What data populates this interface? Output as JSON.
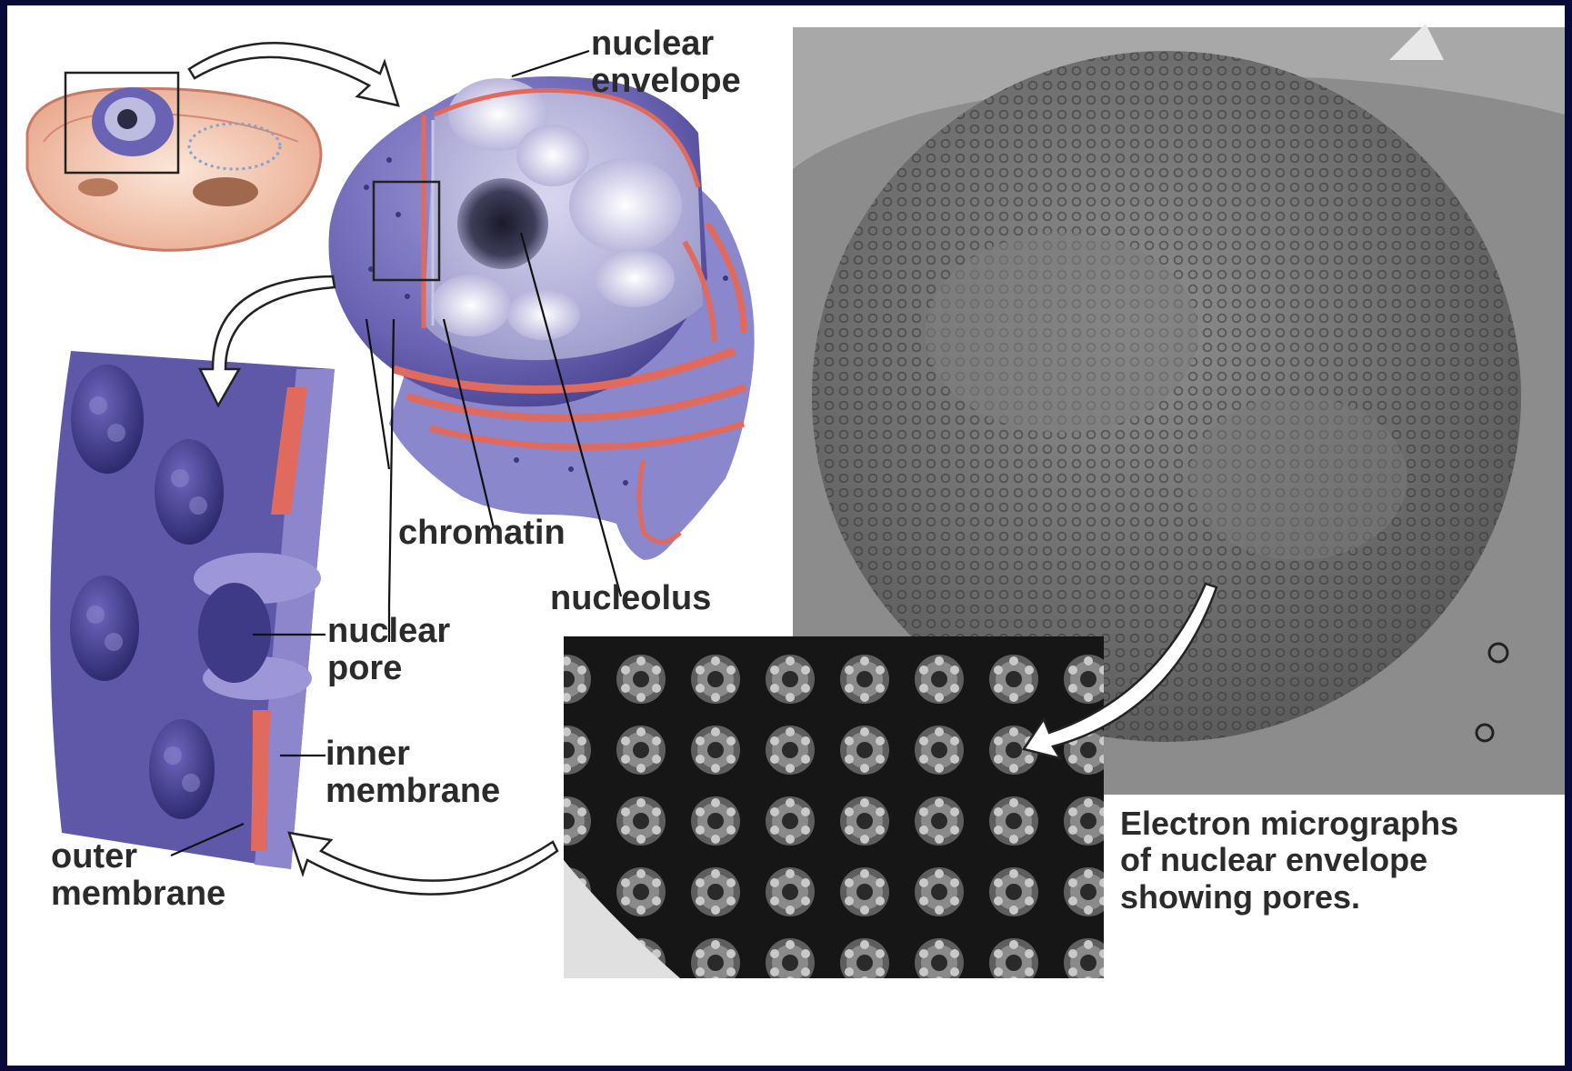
{
  "labels": {
    "nuclear_envelope": "nuclear\nenvelope",
    "chromatin": "chromatin",
    "nucleolus": "nucleolus",
    "nuclear_pore": "nuclear\npore",
    "inner_membrane": "inner\nmembrane",
    "outer_membrane": "outer\nmembrane"
  },
  "caption": "Electron micrographs\nof nuclear envelope\nshowing pores.",
  "colors": {
    "frame_border": "#0a0a3a",
    "membrane_purple": "#5f58a8",
    "membrane_light": "#8d86cc",
    "lumen_red": "#e06a5e",
    "micrograph_gray": "#7c7c7c",
    "micrograph_dark": "#1e1e1e"
  }
}
